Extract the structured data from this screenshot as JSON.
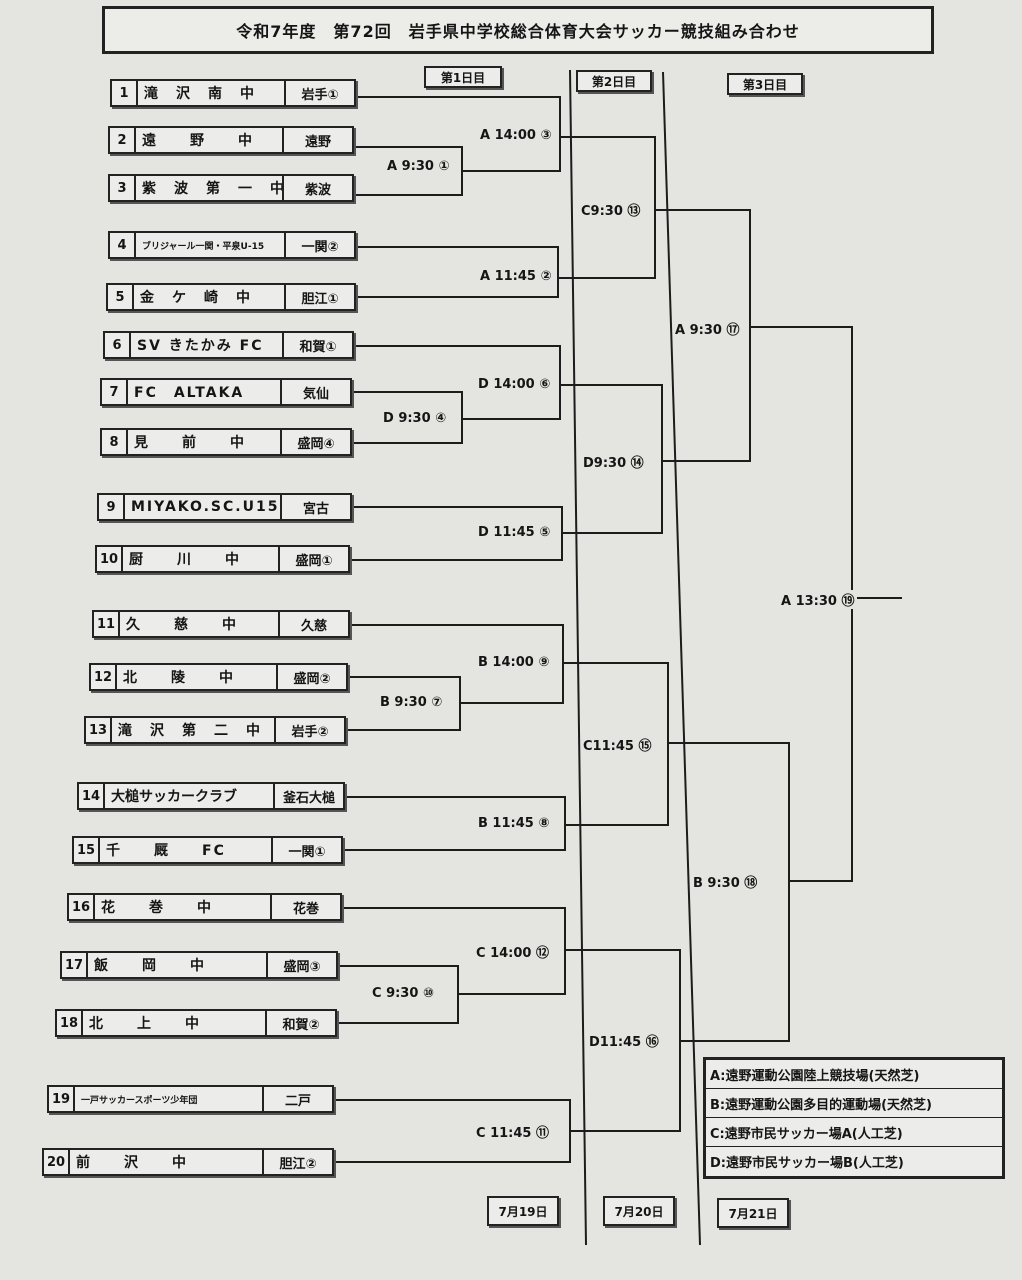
{
  "title": "令和7年度　第72回　岩手県中学校総合体育大会サッカー競技組み合わせ",
  "day_headers": [
    "第1日目",
    "第2日目",
    "第3日目"
  ],
  "dates": [
    "7月19日",
    "7月20日",
    "7月21日"
  ],
  "teams": [
    {
      "num": "1",
      "name": "滝　沢　南　中",
      "region": "岩手①"
    },
    {
      "num": "2",
      "name": "遠　　野　　中",
      "region": "遠野"
    },
    {
      "num": "3",
      "name": "紫　波　第　一　中",
      "region": "紫波"
    },
    {
      "num": "4",
      "name": "ブリジャール一関・平泉U-15",
      "region": "一関②"
    },
    {
      "num": "5",
      "name": "金　ケ　崎　中",
      "region": "胆江①"
    },
    {
      "num": "6",
      "name": "SV きたかみ FC",
      "region": "和賀①"
    },
    {
      "num": "7",
      "name": "FC　ALTAKA",
      "region": "気仙"
    },
    {
      "num": "8",
      "name": "見　　前　　中",
      "region": "盛岡④"
    },
    {
      "num": "9",
      "name": "MIYAKO.SC.U15",
      "region": "宮古"
    },
    {
      "num": "10",
      "name": "厨　　川　　中",
      "region": "盛岡①"
    },
    {
      "num": "11",
      "name": "久　　慈　　中",
      "region": "久慈"
    },
    {
      "num": "12",
      "name": "北　　陵　　中",
      "region": "盛岡②"
    },
    {
      "num": "13",
      "name": "滝　沢　第　二　中",
      "region": "岩手②"
    },
    {
      "num": "14",
      "name": "大槌サッカークラブ",
      "region": "釜石大槌"
    },
    {
      "num": "15",
      "name": "千　　厩　　FC",
      "region": "一関①"
    },
    {
      "num": "16",
      "name": "花　　巻　　中",
      "region": "花巻"
    },
    {
      "num": "17",
      "name": "飯　　岡　　中",
      "region": "盛岡③"
    },
    {
      "num": "18",
      "name": "北　　上　　中",
      "region": "和賀②"
    },
    {
      "num": "19",
      "name": "一戸サッカースポーツ少年団",
      "region": "二戸"
    },
    {
      "num": "20",
      "name": "前　　沢　　中",
      "region": "胆江②"
    }
  ],
  "matches": [
    {
      "label": "A 9:30 ①"
    },
    {
      "label": "A 14:00 ③"
    },
    {
      "label": "A 11:45 ②"
    },
    {
      "label": "D 9:30 ④"
    },
    {
      "label": "D 14:00 ⑥"
    },
    {
      "label": "D 11:45 ⑤"
    },
    {
      "label": "B 9:30 ⑦"
    },
    {
      "label": "B 14:00 ⑨"
    },
    {
      "label": "B 11:45 ⑧"
    },
    {
      "label": "C 9:30 ⑩"
    },
    {
      "label": "C 14:00 ⑫"
    },
    {
      "label": "C 11:45 ⑪"
    },
    {
      "label": "C9:30 ⑬"
    },
    {
      "label": "D9:30 ⑭"
    },
    {
      "label": "C11:45 ⑮"
    },
    {
      "label": "D11:45 ⑯"
    },
    {
      "label": "A 9:30 ⑰"
    },
    {
      "label": "B 9:30 ⑱"
    },
    {
      "label": "A 13:30 ⑲"
    }
  ],
  "legend": [
    "A:遠野運動公園陸上競技場(天然芝)",
    "B:遠野運動公園多目的運動場(天然芝)",
    "C:遠野市民サッカー場A(人工芝)",
    "D:遠野市民サッカー場B(人工芝)"
  ]
}
